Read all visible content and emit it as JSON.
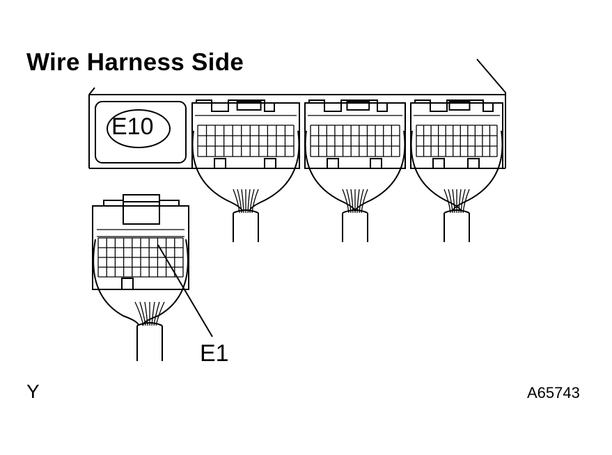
{
  "diagram": {
    "title": "Wire Harness Side",
    "connector_ecu": "E10",
    "connector_side": "E1",
    "corner_letter": "Y",
    "ref_code": "A65743"
  },
  "colors": {
    "ink": "#000000",
    "paper": "#ffffff"
  }
}
